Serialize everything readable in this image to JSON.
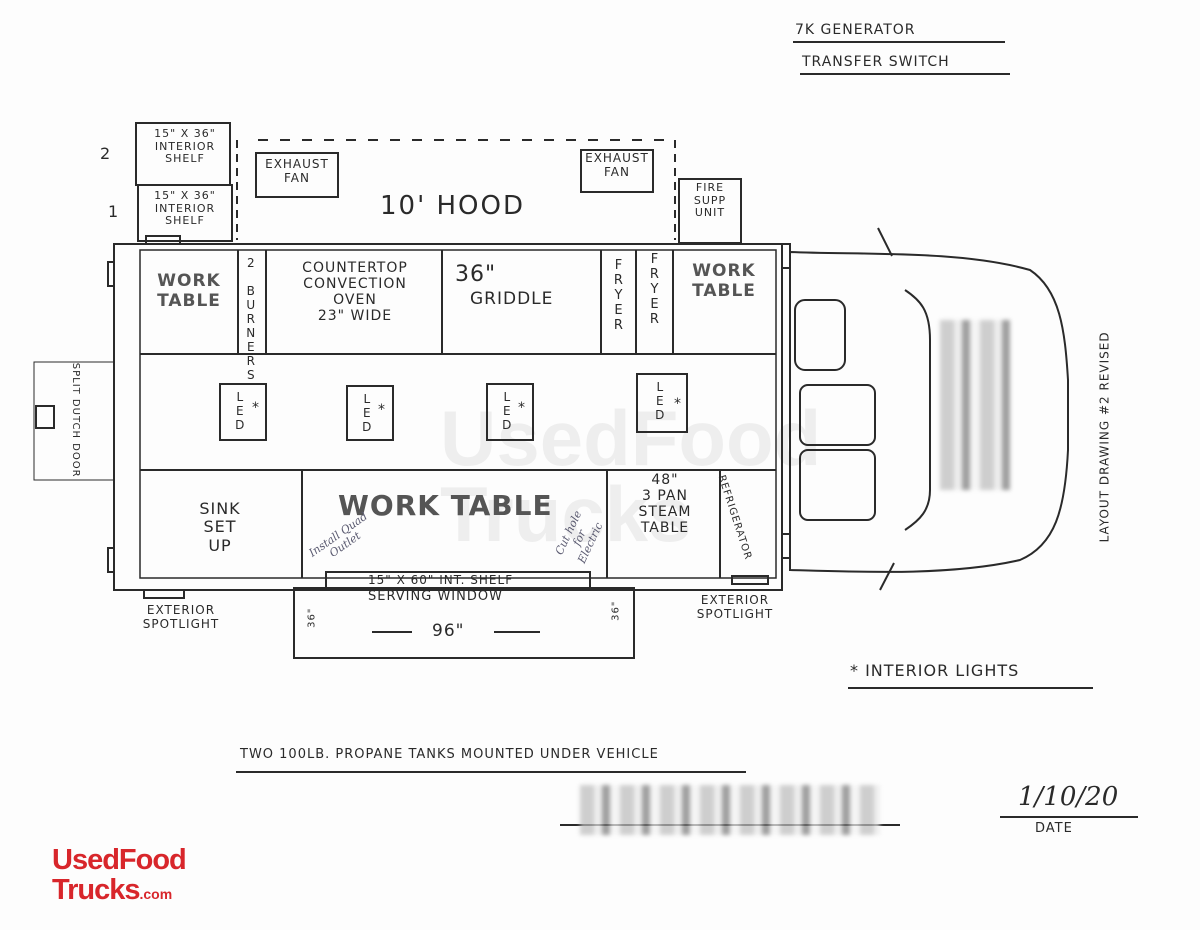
{
  "header": {
    "generator": "7K Generator",
    "transfer_switch": "Transfer Switch"
  },
  "shelves": [
    {
      "number": "2",
      "label": "15\" x 36\" Interior Shelf"
    },
    {
      "number": "1",
      "label": "15\" x 36\" Interior Shelf"
    }
  ],
  "hood": {
    "label": "10' Hood",
    "fan_left": "Exhaust Fan",
    "fan_right": "Exhaust Fan",
    "fire_supp": "Fire Supp Unit"
  },
  "top_row": {
    "work_table_left": "Work Table",
    "burners": "2 Burners",
    "oven": [
      "Countertop",
      "Convection",
      "Oven",
      "23\" Wide"
    ],
    "griddle": [
      "36\"",
      "Griddle"
    ],
    "fryer1": "Fryer",
    "fryer2": "Fryer",
    "work_table_right": "Work Table"
  },
  "lights": {
    "label": "LED",
    "marker": "*"
  },
  "bottom_row": {
    "sink": [
      "Sink",
      "Set",
      "Up"
    ],
    "work_table": "Work Table",
    "steam_table": [
      "48\"",
      "3 Pan",
      "Steam",
      "Table"
    ],
    "refrigerator": "Refrigerator"
  },
  "notes": {
    "outlet": "Install Quad Outlet",
    "electric": "Cut hole for Electric"
  },
  "shelf_int": "15\" X 60\" Int. Shelf",
  "serving_window": {
    "label": "Serving Window",
    "width": "96\"",
    "height": "36\""
  },
  "door": "Split Dutch Door",
  "spotlight_left": "Exterior Spotlight",
  "spotlight_right": "Exterior Spotlight",
  "title_side": "Layout Drawing #2 Revised",
  "legend": "* Interior Lights",
  "propane": "Two 100lb. Propane Tanks Mounted Under Vehicle",
  "date": {
    "value": "1/10/20",
    "label": "Date"
  },
  "logo": {
    "line1": "UsedFood",
    "line2": "Trucks",
    "suffix": ".com"
  },
  "colors": {
    "ink": "#2a2a2a",
    "brand": "#d8262b"
  }
}
